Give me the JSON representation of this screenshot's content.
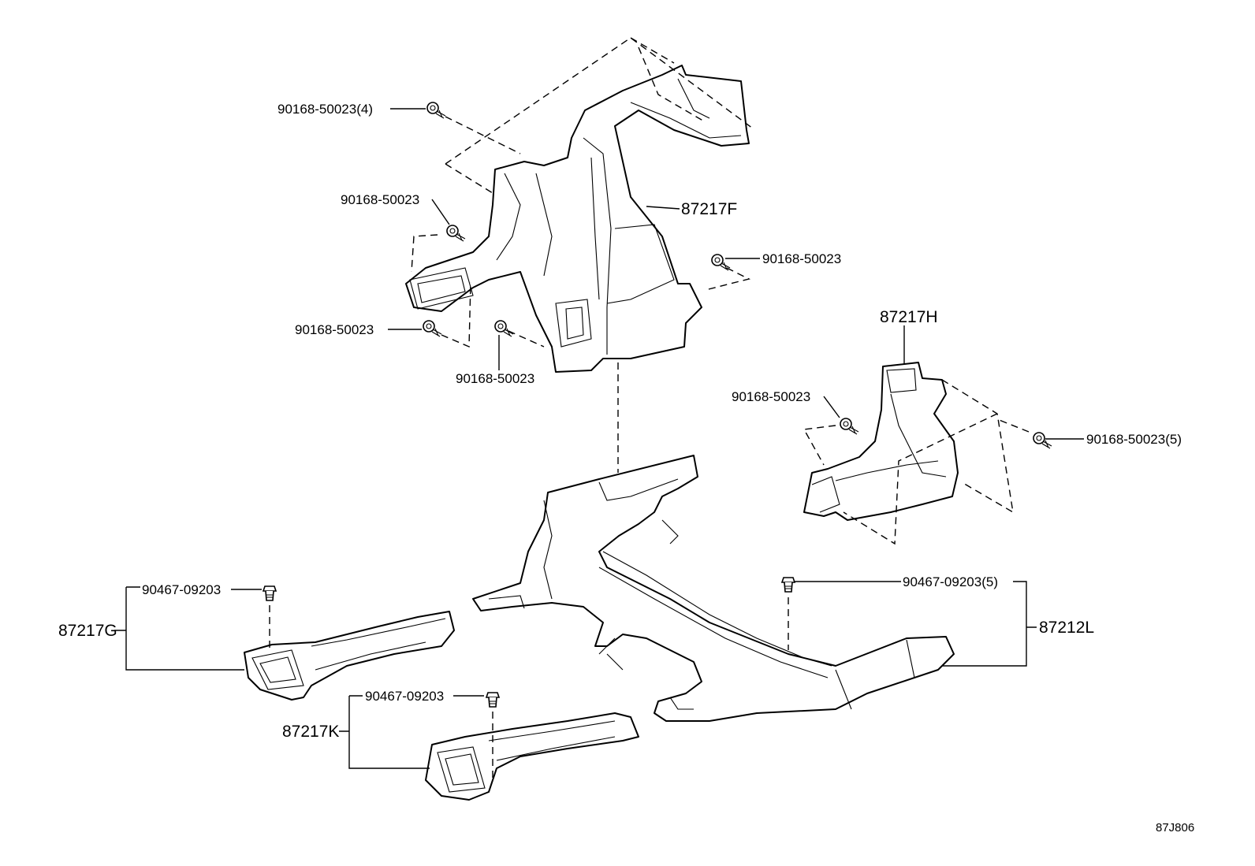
{
  "diagram_id": "87J806",
  "parts": {
    "upper_duct": "87217F",
    "right_duct": "87217H",
    "main_duct": "87212L",
    "left_duct_g": "87217G",
    "left_duct_k": "87217K"
  },
  "fasteners": {
    "screw_top_qty": "90168-50023(4)",
    "screw_left_upper": "90168-50023",
    "screw_right": "90168-50023",
    "screw_left_lower": "90168-50023",
    "screw_bottom": "90168-50023",
    "screw_h_left": "90168-50023",
    "screw_h_right_qty": "90168-50023(5)",
    "clip_g": "90467-09203",
    "clip_k": "90467-09203",
    "clip_main_qty": "90467-09203(5)"
  }
}
